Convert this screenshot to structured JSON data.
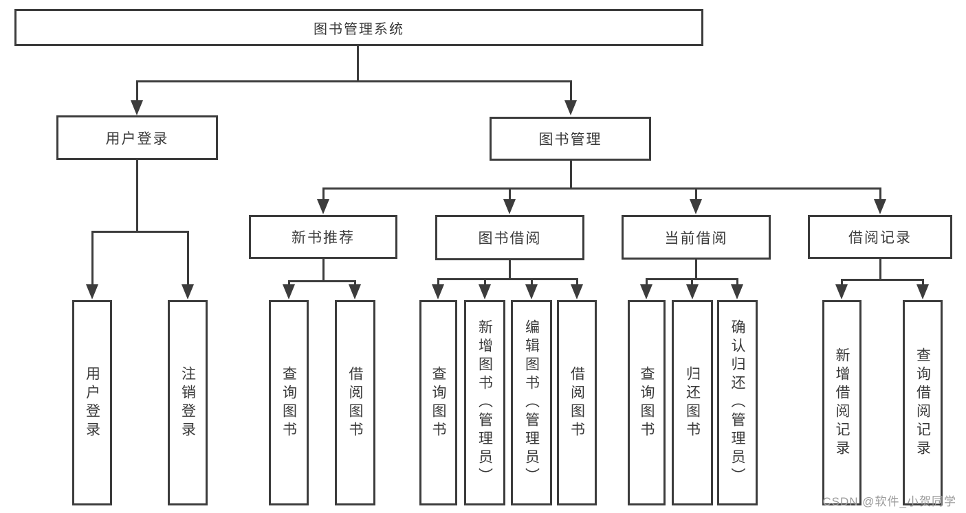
{
  "tree": {
    "root": "图书管理系统",
    "branches": [
      {
        "label": "用户登录",
        "children": [
          "用户登录",
          "注销登录"
        ]
      },
      {
        "label": "图书管理",
        "children": [
          {
            "label": "新书推荐",
            "children": [
              "查询图书",
              "借阅图书"
            ]
          },
          {
            "label": "图书借阅",
            "children": [
              "查询图书",
              "新增图书（管理员）",
              "编辑图书（管理员）",
              "借阅图书"
            ]
          },
          {
            "label": "当前借阅",
            "children": [
              "查询图书",
              "归还图书",
              "确认归还（管理员）"
            ]
          },
          {
            "label": "借阅记录",
            "children": [
              "新增借阅记录",
              "查询借阅记录"
            ]
          }
        ]
      }
    ]
  },
  "watermark": "CSDN @软件_小贺同学",
  "colors": {
    "line": "#3c3c3c",
    "text": "#3a3a3a",
    "watermark": "#9a9a9a",
    "background": "#ffffff"
  }
}
